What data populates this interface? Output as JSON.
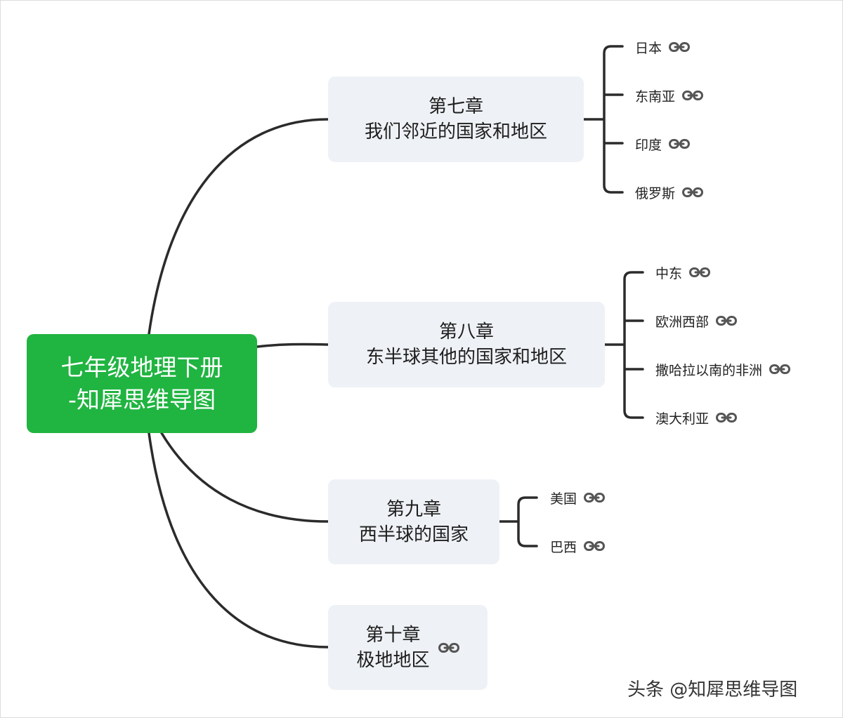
{
  "root": {
    "line1": "七年级地理下册",
    "line2": "-知犀思维导图"
  },
  "chapters": [
    {
      "title": "第七章",
      "subtitle": "我们邻近的国家和地区",
      "items": [
        "日本",
        "东南亚",
        "印度",
        "俄罗斯"
      ]
    },
    {
      "title": "第八章",
      "subtitle": "东半球其他的国家和地区",
      "items": [
        "中东",
        "欧洲西部",
        "撒哈拉以南的非洲",
        "澳大利亚"
      ]
    },
    {
      "title": "第九章",
      "subtitle": "西半球的国家",
      "items": [
        "美国",
        "巴西"
      ]
    },
    {
      "title": "第十章",
      "subtitle": "极地地区",
      "items": []
    }
  ],
  "colors": {
    "root_bg": "#20b441",
    "chapter_bg": "#eef1f5",
    "line": "#2b2b2b"
  },
  "icons": {
    "item": "link-icon"
  },
  "watermark": "头条 @知犀思维导图"
}
